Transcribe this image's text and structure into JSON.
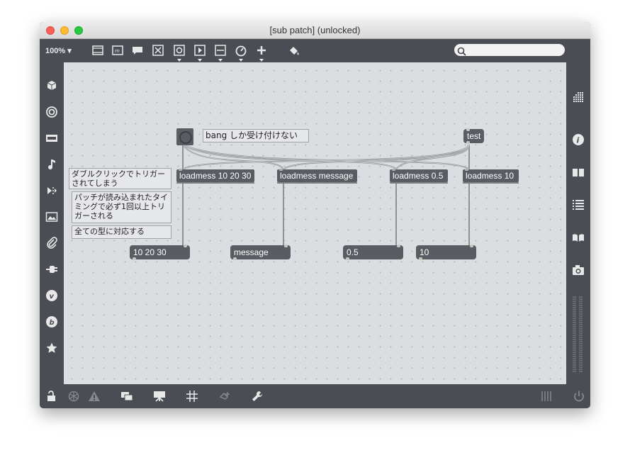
{
  "window": {
    "title": "[sub patch] (unlocked)"
  },
  "toolbar": {
    "zoom": "100%",
    "search_placeholder": ""
  },
  "patch": {
    "bang_comment": "bang しか受け付けない",
    "test_button": "test",
    "loadmess_objects": [
      "loadmess 10 20 30",
      "loadmess message",
      "loadmess 0.5",
      "loadmess 10"
    ],
    "messages": [
      "10 20 30",
      "message",
      "0.5",
      "10"
    ],
    "comments": {
      "c1": "ダブルクリックでトリガーされてしまう",
      "c2": "パッチが読み込まれたタイミングで必ず1回以上トリガーされる",
      "c3": "全ての型に対応する"
    }
  },
  "colors": {
    "canvas": "#dcdde0",
    "chrome": "#4a4e54",
    "object": "#595c62"
  },
  "icons": {
    "left_sidebar": [
      "cube-icon",
      "target-icon",
      "film-icon",
      "music-note-icon",
      "media-step-icon",
      "image-icon",
      "paperclip-icon",
      "plug-icon",
      "vimeo-icon",
      "bandcamp-icon",
      "star-icon"
    ],
    "right_sidebar": [
      "grid-icon",
      "info-icon",
      "book-icon",
      "list-icon",
      "reference-icon",
      "camera-icon"
    ],
    "bottom": [
      "lock-icon",
      "snowflake-icon",
      "warning-icon",
      "windows-icon",
      "presentation-icon",
      "grid-hash-icon",
      "paint-drop-icon",
      "wrench-icon",
      "mixer-icon",
      "power-icon"
    ]
  }
}
